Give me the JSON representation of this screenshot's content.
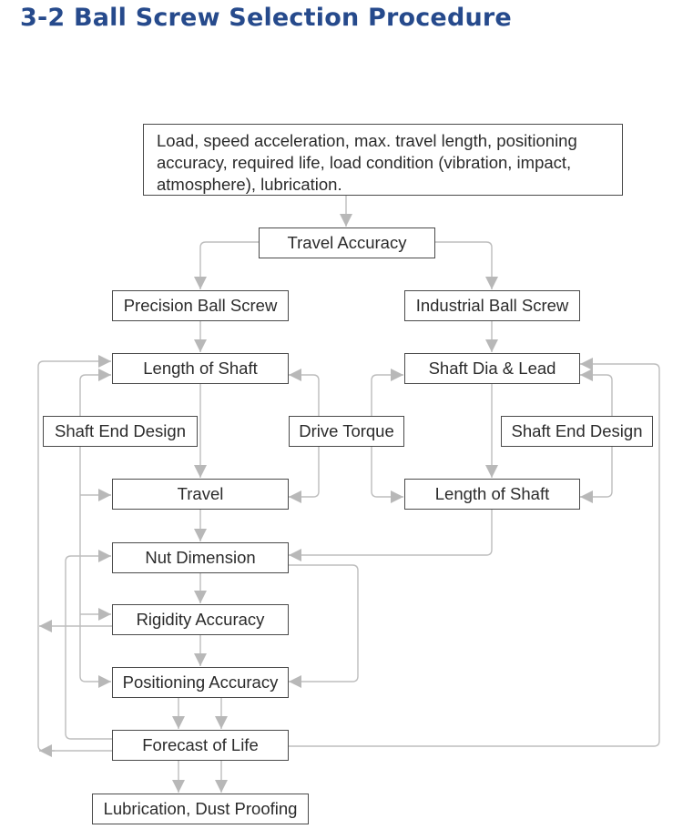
{
  "title": "3-2 Ball Screw Selection Procedure",
  "colors": {
    "title": "#264a8c",
    "box_border": "#4a4a4a",
    "connector": "#b8b8b8",
    "text": "#2b2b2b"
  },
  "nodes": {
    "requirements": "Load, speed acceleration, max. travel length, positioning accuracy, required life, load condition (vibration, impact, atmosphere), lubrication.",
    "travel_accuracy": "Travel Accuracy",
    "precision_ball_screw": "Precision Ball Screw",
    "industrial_ball_screw": "Industrial Ball Screw",
    "length_of_shaft_left": "Length of Shaft",
    "shaft_dia_lead": "Shaft Dia & Lead",
    "shaft_end_design_left": "Shaft End Design",
    "drive_torque": "Drive Torque",
    "shaft_end_design_right": "Shaft End Design",
    "travel": "Travel",
    "length_of_shaft_right": "Length of Shaft",
    "nut_dimension": "Nut Dimension",
    "rigidity_accuracy": "Rigidity Accuracy",
    "positioning_accuracy": "Positioning Accuracy",
    "forecast_of_life": "Forecast of Life",
    "lubrication_dust_proofing": "Lubrication, Dust Proofing"
  },
  "edges": [
    {
      "from": "requirements",
      "to": "travel_accuracy"
    },
    {
      "from": "travel_accuracy",
      "to": "precision_ball_screw"
    },
    {
      "from": "travel_accuracy",
      "to": "industrial_ball_screw"
    },
    {
      "from": "precision_ball_screw",
      "to": "length_of_shaft_left"
    },
    {
      "from": "industrial_ball_screw",
      "to": "shaft_dia_lead"
    },
    {
      "from": "length_of_shaft_left",
      "to": "travel"
    },
    {
      "from": "shaft_dia_lead",
      "to": "length_of_shaft_right"
    },
    {
      "from": "shaft_end_design_left",
      "to": "length_of_shaft_left"
    },
    {
      "from": "shaft_end_design_left",
      "to": "travel"
    },
    {
      "from": "shaft_end_design_left",
      "to": "rigidity_accuracy"
    },
    {
      "from": "shaft_end_design_left",
      "to": "positioning_accuracy"
    },
    {
      "from": "drive_torque",
      "to": "length_of_shaft_left"
    },
    {
      "from": "drive_torque",
      "to": "travel"
    },
    {
      "from": "drive_torque",
      "to": "shaft_dia_lead"
    },
    {
      "from": "drive_torque",
      "to": "length_of_shaft_right"
    },
    {
      "from": "shaft_end_design_right",
      "to": "shaft_dia_lead"
    },
    {
      "from": "shaft_end_design_right",
      "to": "length_of_shaft_right"
    },
    {
      "from": "travel",
      "to": "nut_dimension"
    },
    {
      "from": "length_of_shaft_right",
      "to": "nut_dimension"
    },
    {
      "from": "nut_dimension",
      "to": "rigidity_accuracy"
    },
    {
      "from": "nut_dimension",
      "to": "positioning_accuracy"
    },
    {
      "from": "rigidity_accuracy",
      "to": "positioning_accuracy"
    },
    {
      "from": "rigidity_accuracy",
      "to": "length_of_shaft_left"
    },
    {
      "from": "positioning_accuracy",
      "to": "forecast_of_life"
    },
    {
      "from": "forecast_of_life",
      "to": "nut_dimension"
    },
    {
      "from": "forecast_of_life",
      "to": "length_of_shaft_left"
    },
    {
      "from": "forecast_of_life",
      "to": "shaft_dia_lead"
    },
    {
      "from": "forecast_of_life",
      "to": "lubrication_dust_proofing"
    }
  ]
}
